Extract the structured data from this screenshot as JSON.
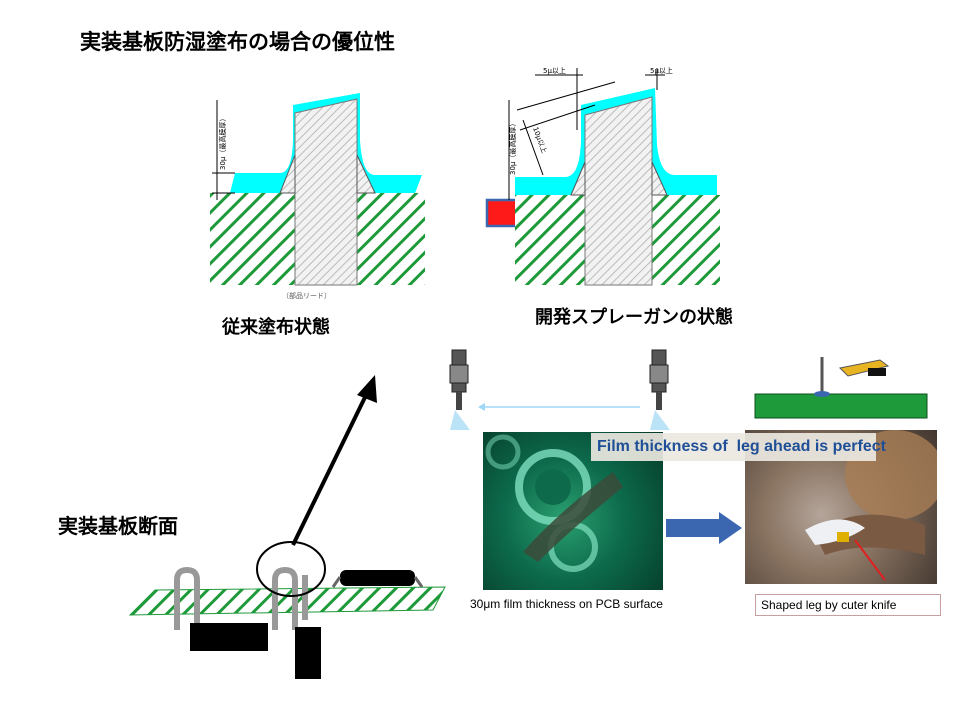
{
  "title": "実装基板防湿塗布の場合の優位性",
  "labels": {
    "conventional": "従来塗布状態",
    "developed": "開発スプレーガンの状態",
    "cross_section": "実装基板断面"
  },
  "diagram_left": {
    "vertical_dim": "30μ（最高膜厚）",
    "under_label": "（部品リード）"
  },
  "diagram_right": {
    "top_dim_left": "5μ以上",
    "top_dim_right": "5μ以上",
    "side_dim": "10μ以上",
    "vertical_dim": "30μ（最高膜厚）"
  },
  "photos": {
    "banner": "Film thickness of  leg ahead is perfect",
    "left_caption": "30μm film thickness on PCB surface",
    "right_caption": "Shaped leg  by cuter knife"
  },
  "colors": {
    "coating": "#00ffff",
    "pcb": "#1e9a3a",
    "arrow_red": "#ff1a1a",
    "arrow_blue": "#3a67b0",
    "banner_text": "#1f4f96"
  },
  "icons": {
    "spray_gun": "spray-nozzle-icon",
    "cutter": "cutter-knife-icon"
  }
}
